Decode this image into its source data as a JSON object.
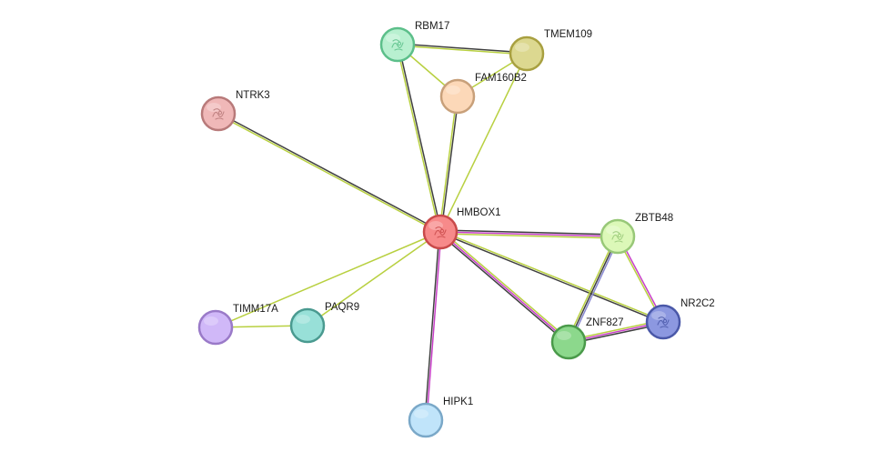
{
  "network": {
    "nodes": [
      {
        "id": "HMBOX1",
        "label": "HMBOX1",
        "fill": "#f78a8a",
        "stroke": "#c94a4a",
        "icon": "protein-structure-icon"
      },
      {
        "id": "RBM17",
        "label": "RBM17",
        "fill": "#b8f0d0",
        "stroke": "#5cbf8a",
        "icon": "protein-structure-icon"
      },
      {
        "id": "TMEM109",
        "label": "TMEM109",
        "fill": "#dcd890",
        "stroke": "#a8a040",
        "icon": ""
      },
      {
        "id": "FAM160B2",
        "label": "FAM160B2",
        "fill": "#fcd8b8",
        "stroke": "#c8a07a",
        "icon": ""
      },
      {
        "id": "NTRK3",
        "label": "NTRK3",
        "fill": "#f0b8b8",
        "stroke": "#b87a7a",
        "icon": "protein-structure-icon"
      },
      {
        "id": "ZBTB48",
        "label": "ZBTB48",
        "fill": "#dcf8b8",
        "stroke": "#98c878",
        "icon": "protein-structure-icon"
      },
      {
        "id": "NR2C2",
        "label": "NR2C2",
        "fill": "#8c98e0",
        "stroke": "#4a58a8",
        "icon": "protein-structure-icon"
      },
      {
        "id": "ZNF827",
        "label": "ZNF827",
        "fill": "#8cd88c",
        "stroke": "#4a9a4a",
        "icon": ""
      },
      {
        "id": "TIMM17A",
        "label": "TIMM17A",
        "fill": "#d0b8f8",
        "stroke": "#9a7ac8",
        "icon": ""
      },
      {
        "id": "PAQR9",
        "label": "PAQR9",
        "fill": "#98e0d8",
        "stroke": "#4a9a90",
        "icon": ""
      },
      {
        "id": "HIPK1",
        "label": "HIPK1",
        "fill": "#c0e4fa",
        "stroke": "#7aa8c8",
        "icon": ""
      }
    ],
    "edges": [
      {
        "source": "HMBOX1",
        "target": "RBM17",
        "colors": [
          "#b8d040",
          "#404040"
        ]
      },
      {
        "source": "HMBOX1",
        "target": "FAM160B2",
        "colors": [
          "#b8d040",
          "#404040"
        ]
      },
      {
        "source": "HMBOX1",
        "target": "TMEM109",
        "colors": [
          "#b8d040"
        ]
      },
      {
        "source": "HMBOX1",
        "target": "NTRK3",
        "colors": [
          "#b8d040",
          "#404040"
        ]
      },
      {
        "source": "HMBOX1",
        "target": "ZBTB48",
        "colors": [
          "#404040",
          "#c840c8",
          "#b8d040"
        ]
      },
      {
        "source": "HMBOX1",
        "target": "NR2C2",
        "colors": [
          "#b8d040",
          "#404040"
        ]
      },
      {
        "source": "HMBOX1",
        "target": "ZNF827",
        "colors": [
          "#b8d040",
          "#c840c8",
          "#404040"
        ]
      },
      {
        "source": "HMBOX1",
        "target": "TIMM17A",
        "colors": [
          "#b8d040"
        ]
      },
      {
        "source": "HMBOX1",
        "target": "PAQR9",
        "colors": [
          "#b8d040"
        ]
      },
      {
        "source": "HMBOX1",
        "target": "HIPK1",
        "colors": [
          "#c840c8",
          "#404040"
        ]
      },
      {
        "source": "RBM17",
        "target": "TMEM109",
        "colors": [
          "#404040",
          "#b8d040"
        ]
      },
      {
        "source": "RBM17",
        "target": "FAM160B2",
        "colors": [
          "#b8d040"
        ]
      },
      {
        "source": "FAM160B2",
        "target": "TMEM109",
        "colors": [
          "#b8d040"
        ]
      },
      {
        "source": "ZBTB48",
        "target": "ZNF827",
        "colors": [
          "#8888d0",
          "#404040",
          "#b8d040"
        ]
      },
      {
        "source": "ZBTB48",
        "target": "NR2C2",
        "colors": [
          "#c840c8",
          "#b8d040"
        ]
      },
      {
        "source": "ZNF827",
        "target": "NR2C2",
        "colors": [
          "#b8d040",
          "#c840c8",
          "#404040"
        ]
      },
      {
        "source": "TIMM17A",
        "target": "PAQR9",
        "colors": [
          "#b8d040"
        ]
      }
    ]
  }
}
